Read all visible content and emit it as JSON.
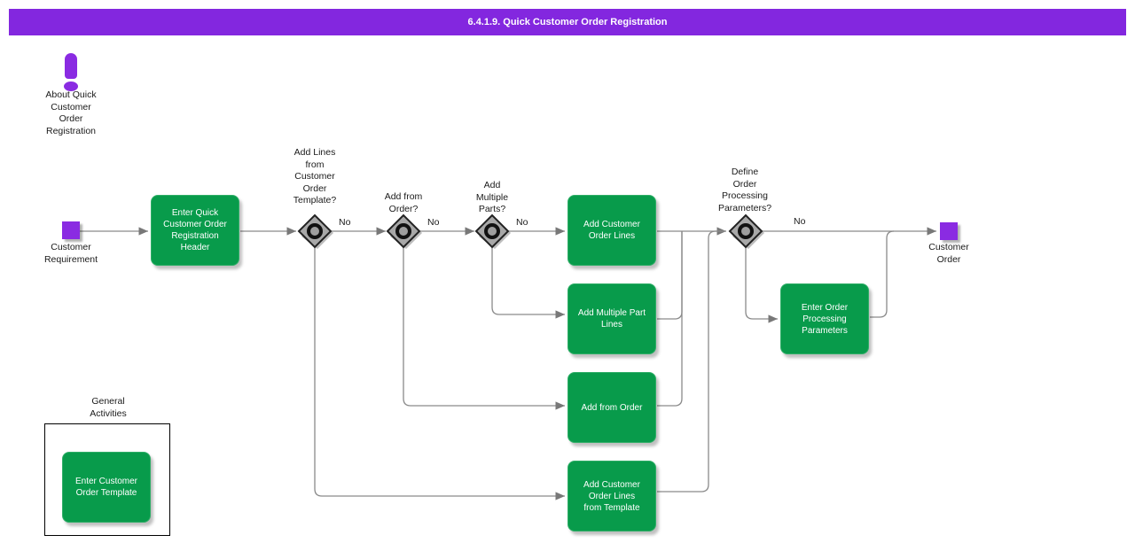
{
  "title": "6.4.1.9. Quick Customer Order Registration",
  "colors": {
    "title_bar": "#8327DF",
    "accent_purple": "#8A2BE2",
    "activity_green": "#089B4B",
    "connector_gray": "#8a8a8a"
  },
  "note": {
    "icon": "exclamation-icon",
    "label": "About Quick\nCustomer\nOrder\nRegistration"
  },
  "start": {
    "label": "Customer\nRequirement"
  },
  "end": {
    "label": "Customer\nOrder"
  },
  "activities": {
    "header": {
      "label": "Enter Quick\nCustomer Order\nRegistration\nHeader"
    },
    "add_co_lines": {
      "label": "Add Customer\nOrder Lines"
    },
    "add_multiple_part_lines": {
      "label": "Add Multiple Part\nLines"
    },
    "add_from_order": {
      "label": "Add from Order"
    },
    "add_co_lines_from_template": {
      "label": "Add Customer\nOrder Lines\nfrom Template"
    },
    "enter_order_processing_parameters": {
      "label": "Enter Order\nProcessing\nParameters"
    }
  },
  "decisions": {
    "d1": {
      "label": "Add Lines\nfrom\nCustomer\nOrder\nTemplate?",
      "no_label": "No"
    },
    "d2": {
      "label": "Add from\nOrder?",
      "no_label": "No"
    },
    "d3": {
      "label": "Add\nMultiple\nParts?",
      "no_label": "No"
    },
    "d4": {
      "label": "Define\nOrder\nProcessing\nParameters?",
      "no_label": "No"
    }
  },
  "group": {
    "label": "General\nActivities",
    "activity": {
      "label": "Enter Customer\nOrder Template"
    }
  }
}
